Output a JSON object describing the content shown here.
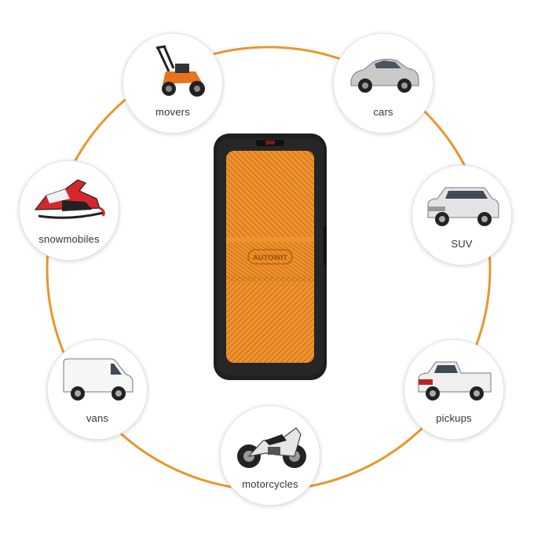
{
  "brand": {
    "name": "AUTOWIT",
    "accent": "#f0922e",
    "ring": "#e8962e",
    "case": "#1e1e1e"
  },
  "vehicles": [
    {
      "label": "movers",
      "icon": "lawn-mower-icon"
    },
    {
      "label": "cars",
      "icon": "sedan-car-icon"
    },
    {
      "label": "SUV",
      "icon": "suv-icon"
    },
    {
      "label": "pickups",
      "icon": "pickup-truck-icon"
    },
    {
      "label": "motorcycles",
      "icon": "motorcycle-icon"
    },
    {
      "label": "vans",
      "icon": "van-icon"
    },
    {
      "label": "snowmobiles",
      "icon": "snowmobile-icon"
    }
  ]
}
